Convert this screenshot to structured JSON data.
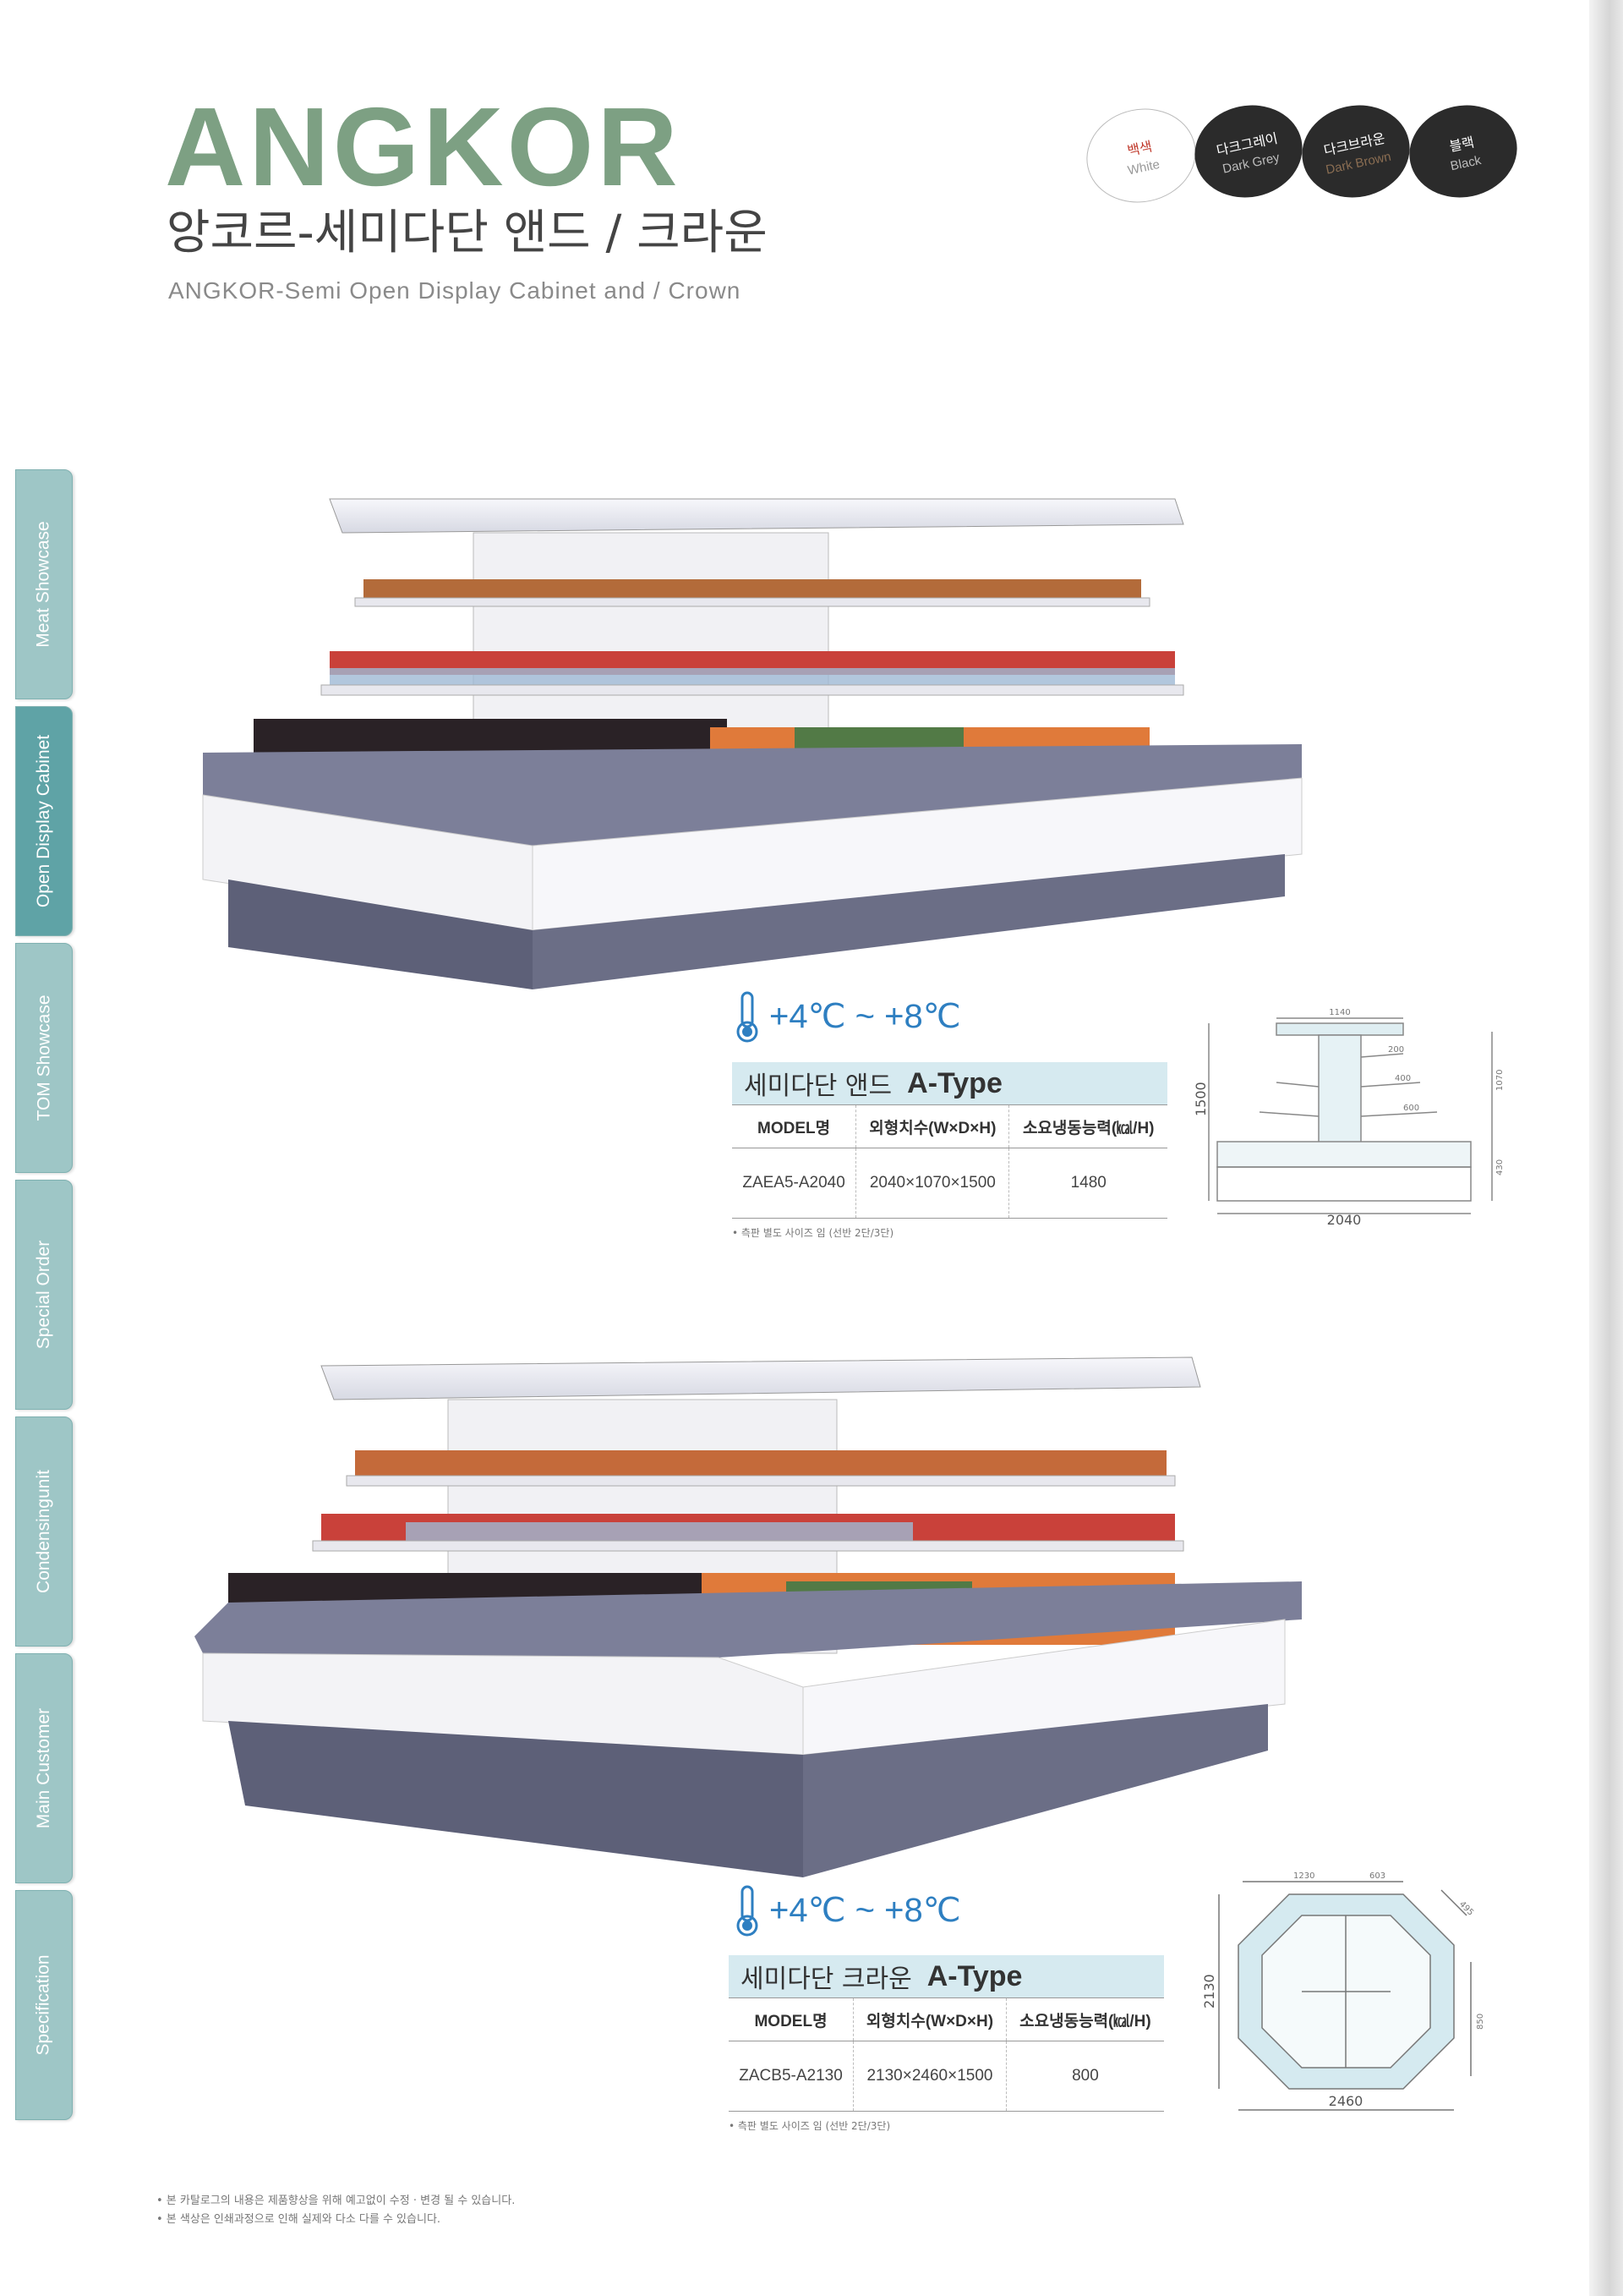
{
  "header": {
    "brand": "ANGKOR",
    "title_kr": "앙코르-세미다단 앤드 / 크라운",
    "title_en": "ANGKOR-Semi Open Display Cabinet and / Crown"
  },
  "colors": [
    {
      "kr": "백색",
      "en": "White",
      "hex": "#ffffff"
    },
    {
      "kr": "다크그레이",
      "en": "Dark Grey",
      "hex": "#2b2b2b"
    },
    {
      "kr": "다크브라운",
      "en": "Dark Brown",
      "hex": "#2b2624"
    },
    {
      "kr": "블랙",
      "en": "Black",
      "hex": "#1e1e1e"
    }
  ],
  "side_tabs": [
    {
      "label": "Meat Showcase"
    },
    {
      "label": "Open Display Cabinet"
    },
    {
      "label": "TOM Showcase"
    },
    {
      "label": "Special Order"
    },
    {
      "label": "Condensingunit"
    },
    {
      "label": "Main Customer"
    },
    {
      "label": "Specification"
    }
  ],
  "products": [
    {
      "temperature": "+4℃ ~ +8℃",
      "name_kr": "세미다단 앤드",
      "type": "A-Type",
      "columns": [
        "MODEL명",
        "외형치수(W×D×H)",
        "소요냉동능력(㎉/H)"
      ],
      "row": [
        "ZAEA5-A2040",
        "2040×1070×1500",
        "1480"
      ],
      "note": "• 측판 별도 사이즈 임 (선반 2단/3단)",
      "dims": {
        "top": "1140",
        "s1": "200",
        "s2": "400",
        "s3": "600",
        "right": "1070",
        "right2": "430",
        "left": "1500",
        "bottom": "2040"
      }
    },
    {
      "temperature": "+4℃ ~ +8℃",
      "name_kr": "세미다단 크라운",
      "type": "A-Type",
      "columns": [
        "MODEL명",
        "외형치수(W×D×H)",
        "소요냉동능력(㎉/H)"
      ],
      "row": [
        "ZACB5-A2130",
        "2130×2460×1500",
        "800"
      ],
      "note": "• 측판 별도 사이즈 임 (선반 2단/3단)",
      "dims": {
        "top1": "1230",
        "top2": "603",
        "diag": "495",
        "right": "850",
        "left": "2130",
        "bottom": "2460"
      }
    }
  ],
  "footnotes": [
    "• 본 카탈로그의 내용은 제품향상을 위해 예고없이 수정 · 변경 될 수 있습니다.",
    "• 본 색상은 인쇄과정으로 인해 실제와 다소 다를 수 있습니다."
  ]
}
